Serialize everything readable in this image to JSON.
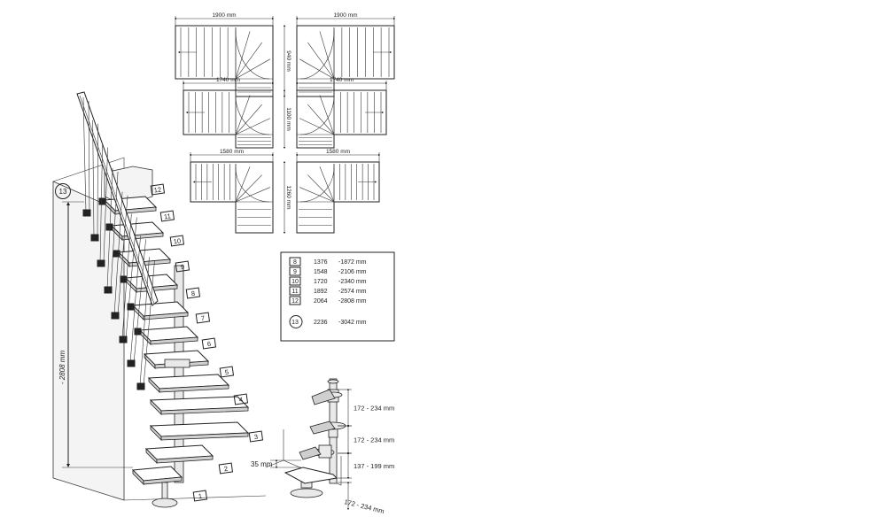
{
  "plans": [
    {
      "width_label": "1900 mm",
      "depth_label": "940 mm",
      "variant": "left"
    },
    {
      "width_label": "1900 mm",
      "depth_label": "",
      "variant": "right"
    },
    {
      "width_label": "1740 mm",
      "depth_label": "1100 mm",
      "variant": "left"
    },
    {
      "width_label": "1740 mm",
      "depth_label": "",
      "variant": "right"
    },
    {
      "width_label": "1580 mm",
      "depth_label": "1260 mm",
      "variant": "left"
    },
    {
      "width_label": "1580 mm",
      "depth_label": "",
      "variant": "right"
    }
  ],
  "height_table": {
    "rows": [
      {
        "steps": "8",
        "min": "1376",
        "max": "-1872 mm",
        "badge": "square"
      },
      {
        "steps": "9",
        "min": "1548",
        "max": "-2106 mm",
        "badge": "square"
      },
      {
        "steps": "10",
        "min": "1720",
        "max": "-2340 mm",
        "badge": "square"
      },
      {
        "steps": "11",
        "min": "1892",
        "max": "-2574 mm",
        "badge": "square"
      },
      {
        "steps": "12",
        "min": "2064",
        "max": "-2808 mm",
        "badge": "square"
      },
      {
        "steps": "13",
        "min": "2236",
        "max": "-3042 mm",
        "badge": "circle"
      }
    ]
  },
  "stair": {
    "total_height_label": "- 2808 mm",
    "top_badge": "13",
    "step_labels": [
      "12",
      "11",
      "10",
      "9",
      "8",
      "7",
      "6",
      "5",
      "4",
      "3",
      "2",
      "1"
    ]
  },
  "detail": {
    "rise_labels": [
      "172 - 234 mm",
      "172 - 234 mm",
      "137 - 199 mm",
      "172 - 234 mm"
    ],
    "plate_label": "35 mm"
  }
}
